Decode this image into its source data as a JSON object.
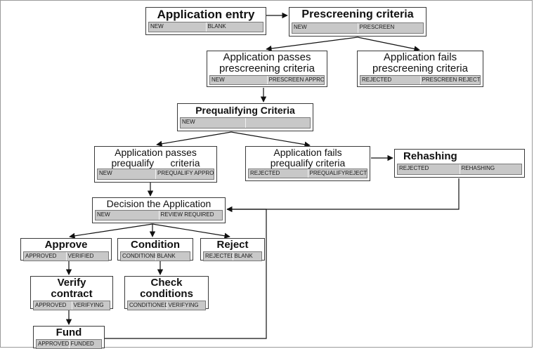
{
  "nodes": {
    "application_entry": {
      "title": [
        "Application entry"
      ],
      "tags": [
        "NEW",
        "BLANK"
      ]
    },
    "prescreening_criteria": {
      "title": [
        "Prescreening criteria"
      ],
      "tags": [
        "NEW",
        "PRESCREEN"
      ]
    },
    "app_passes_prescreening": {
      "title": [
        "Application passes",
        "prescreening criteria"
      ],
      "tags": [
        "NEW",
        "PRESCREEN APPROVED"
      ]
    },
    "app_fails_prescreening": {
      "title": [
        "Application fails",
        "prescreening criteria"
      ],
      "tags": [
        "REJECTED",
        "PRESCREEN REJECTED"
      ]
    },
    "prequalifying_criteria": {
      "title": [
        "Prequalifying Criteria"
      ],
      "tags": [
        "NEW",
        ""
      ]
    },
    "app_passes_prequalify": {
      "title": [
        "Application passes",
        "prequalify      criteria"
      ],
      "tags": [
        "NEW",
        "PREQUALIFY APPROVED"
      ]
    },
    "app_fails_prequalify": {
      "title": [
        "Application fails",
        "prequalify criteria"
      ],
      "tags": [
        "REJECTED",
        "PREQUALIFYREJECTED"
      ]
    },
    "rehashing": {
      "title": [
        "Rehashing"
      ],
      "tags": [
        "REJECTED",
        "REHASHING"
      ]
    },
    "decision_application": {
      "title": [
        "Decision the Application"
      ],
      "tags": [
        "NEW",
        "REVIEW REQUIRED"
      ]
    },
    "approve": {
      "title": [
        "Approve"
      ],
      "tags": [
        "APPROVED",
        "VERIFIED"
      ]
    },
    "condition": {
      "title": [
        "Condition"
      ],
      "tags": [
        "CONDITIONED",
        "BLANK"
      ]
    },
    "reject": {
      "title": [
        "Reject"
      ],
      "tags": [
        "REJECTED",
        "BLANK"
      ]
    },
    "verify_contract": {
      "title": [
        "Verify",
        "contract"
      ],
      "tags": [
        "APPROVED",
        "VERIFYING"
      ]
    },
    "check_conditions": {
      "title": [
        "Check",
        "conditions"
      ],
      "tags": [
        "CONDITIONED",
        "VERIFYING"
      ]
    },
    "fund": {
      "title": [
        "Fund"
      ],
      "tags": [
        "APPROVED",
        "FUNDED"
      ]
    }
  }
}
